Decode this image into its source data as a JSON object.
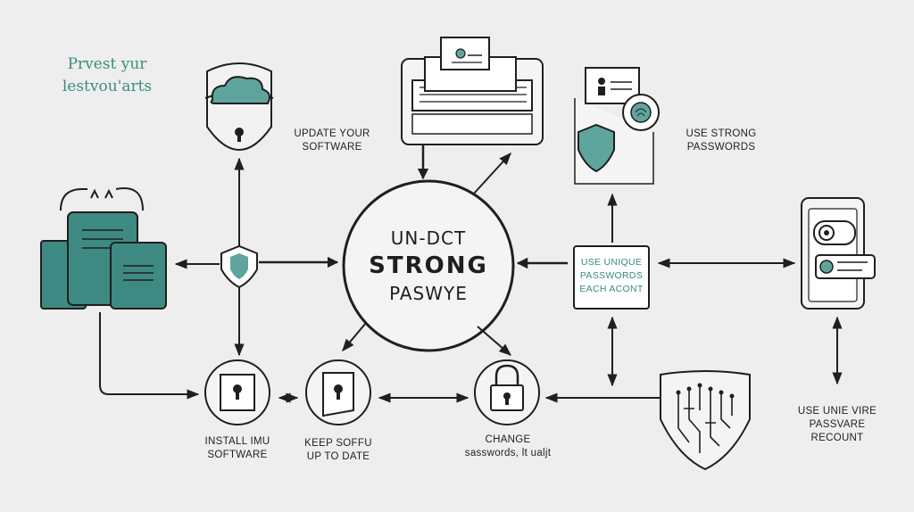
{
  "title": {
    "line1": "Prvest yur",
    "line2": "lestvou'arts"
  },
  "hub": {
    "line1": "UN-DCT",
    "line2": "STRONG",
    "line3": "PASWYE"
  },
  "labels": {
    "update": {
      "line1": "UPDATE YOUR",
      "line2": "SOFTWARE"
    },
    "strong": {
      "line1": "USE STRONG",
      "line2": "PASSWORDS"
    },
    "unique": {
      "line1": "USE UNIQUE",
      "line2": "PASSWORDS",
      "line3": "EACH ACONT"
    },
    "install": {
      "line1": "INSTALL IMU",
      "line2": "SOFTWARE"
    },
    "keep": {
      "line1": "KEEP SOFFU",
      "line2": "UP TO DATE"
    },
    "change": {
      "line1": "CHANGE",
      "line2": "sasswords, lt ualjt"
    },
    "unie": {
      "line1": "USE UNIE VIRE",
      "line2": "PASSVARE",
      "line3": "RECOUNT"
    }
  },
  "colors": {
    "accent": "#3e8a83",
    "accent_light": "#5fa59d",
    "line": "#1f1f1f",
    "background": "#eeeeee"
  },
  "icons": {
    "cloud_lock": "cloud-padlock-icon",
    "laptop": "laptop-document-icon",
    "profile_shield": "profile-shield-fingerprint-icon",
    "documents": "stacked-documents-icon",
    "shield_small": "shield-icon",
    "phone": "phone-biometric-icon",
    "lock_circle_1": "keyhole-circle-icon",
    "lock_circle_2": "keyhole-shield-circle-icon",
    "lock_circle_3": "padlock-circle-icon",
    "circuit_shield": "circuit-shield-icon"
  }
}
